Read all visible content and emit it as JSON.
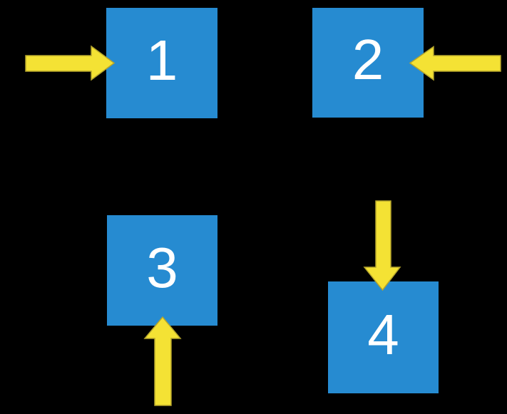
{
  "diagram": {
    "description": "Four blue numbered squares on a black background, each targeted by a yellow arrow from a different direction",
    "background_color": "#000000"
  },
  "colors": {
    "background": "#000000",
    "box_fill": "#268BD1",
    "arrow_fill": "#F4E234",
    "arrow_stroke": "#B5A52C",
    "label": "#FFFFFF"
  },
  "boxes": [
    {
      "label": "1",
      "arrow_points": "right",
      "arrow_position": "left-of-box"
    },
    {
      "label": "2",
      "arrow_points": "left",
      "arrow_position": "right-of-box"
    },
    {
      "label": "3",
      "arrow_points": "up",
      "arrow_position": "below-box"
    },
    {
      "label": "4",
      "arrow_points": "down",
      "arrow_position": "above-box"
    }
  ]
}
